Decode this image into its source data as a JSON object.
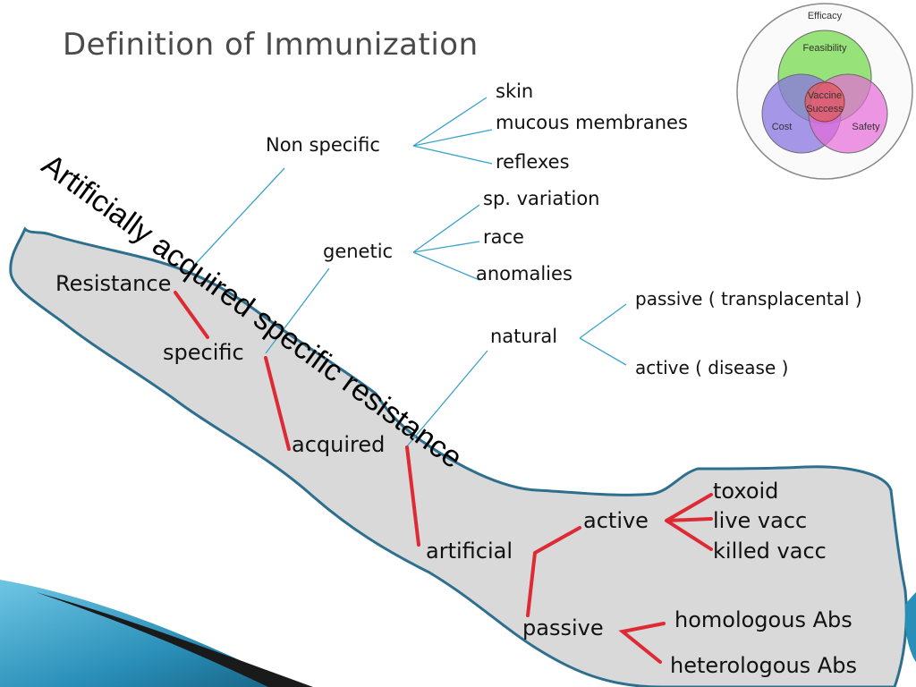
{
  "slide": {
    "title": "Definition of Immunization",
    "diagonal_label": "Artificially acquired specific resistance"
  },
  "tree": {
    "resistance": "Resistance",
    "non_specific": "Non specific",
    "non_specific_children": [
      "skin",
      "mucous membranes",
      "reflexes"
    ],
    "genetic": "genetic",
    "genetic_children": [
      "sp. variation",
      "race",
      "anomalies"
    ],
    "specific": "specific",
    "acquired": "acquired",
    "natural": "natural",
    "natural_children": [
      "passive ( transplacental )",
      "active ( disease )"
    ],
    "artificial": "artificial",
    "active": "active",
    "active_children": [
      "toxoid",
      "live vacc",
      "killed vacc"
    ],
    "passive": "passive",
    "passive_children": [
      "homologous Abs",
      "heterologous Abs"
    ]
  },
  "venn": {
    "efficacy": "Efficacy",
    "feasibility": "Feasibility",
    "vaccine": "Vaccine",
    "success": "Success",
    "cost": "Cost",
    "safety": "Safety"
  },
  "colors": {
    "highlight_path": "#dd2a35",
    "thin_branch": "#3aa3c8",
    "region_fill": "#d9d9d9",
    "region_stroke": "#2e6f8e",
    "title": "#4a4a4a"
  }
}
